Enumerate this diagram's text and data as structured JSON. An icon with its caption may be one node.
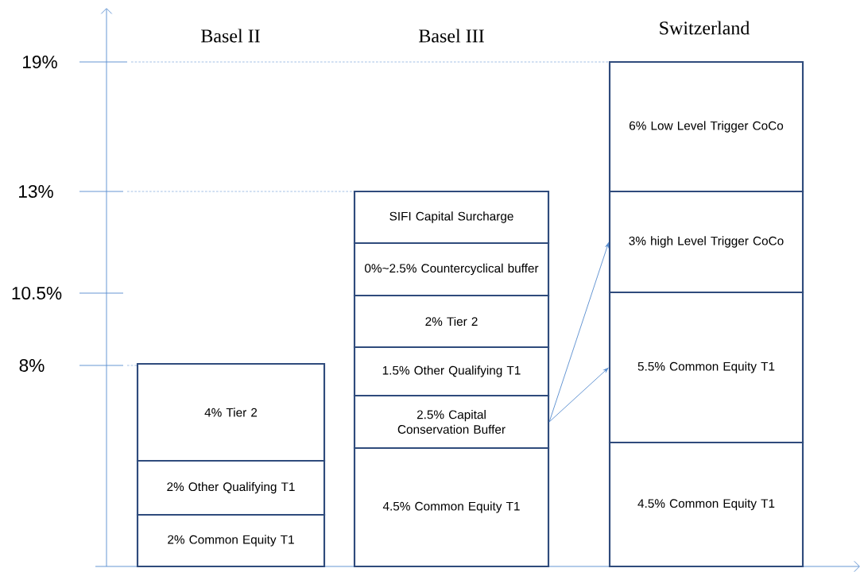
{
  "diagram": {
    "nodes": [
      {
        "text": [
          "4% Tier 2"
        ]
      },
      {
        "text": [
          "2% Other Qualifying T1"
        ]
      },
      {
        "text": [
          "2% Common Equity T1"
        ]
      },
      {
        "text": [
          "SIFI Capital Surcharge"
        ]
      },
      {
        "text": [
          "0%~2.5% Countercyclical buffer"
        ]
      },
      {
        "text": [
          "2% Tier 2"
        ]
      },
      {
        "text": [
          "1.5% Other Qualifying T1"
        ]
      },
      {
        "text": [
          "2.5% Capital Conservation Buffer"
        ]
      },
      {
        "text": [
          "4.5% Common Equity T1"
        ]
      },
      {
        "text": [
          "6% Low Level Trigger CoCo"
        ]
      },
      {
        "text": [
          "3% high Level Trigger CoCo"
        ]
      },
      {
        "text": [
          "5.5% Common Equity T1"
        ]
      },
      {
        "text": [
          "4.5% Common Equity T1"
        ]
      }
    ],
    "edges": [
      {
        "from": 7,
        "to": 10,
        "arrow": "to"
      },
      {
        "from": 7,
        "to": 11,
        "arrow": "to"
      }
    ],
    "labels": [
      "Basel II",
      "Basel III",
      "Switzerland",
      "19%",
      "13%",
      "10.5%",
      "8%"
    ]
  }
}
